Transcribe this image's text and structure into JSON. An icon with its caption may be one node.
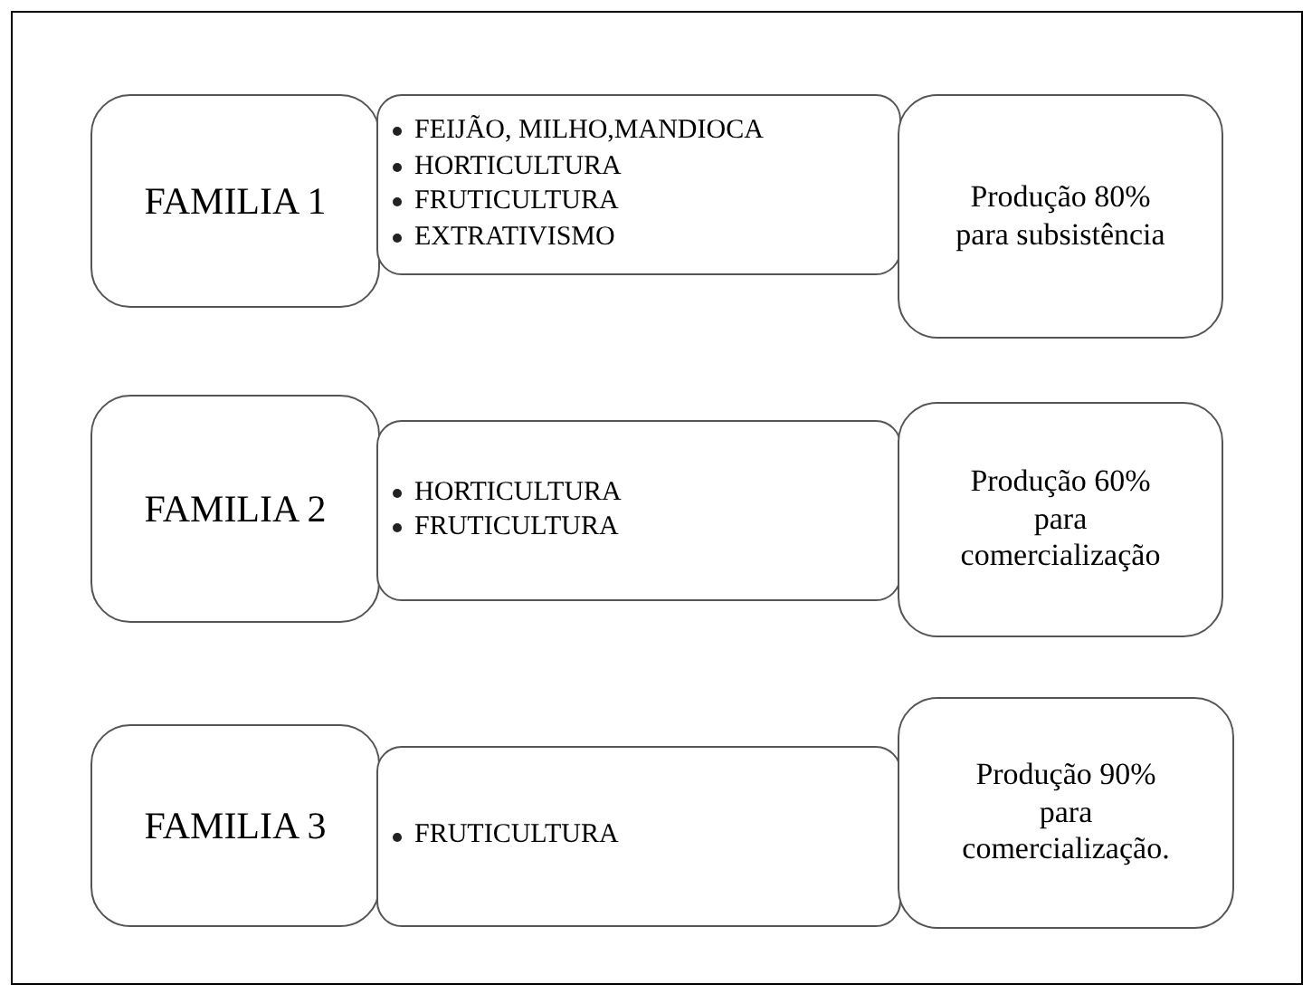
{
  "diagram": {
    "nodes": [
      {
        "text": [
          "FAMILIA 1"
        ]
      },
      {
        "text": [
          "FEIJÃO, MILHO,MANDIOCA",
          "HORTICULTURA",
          "FRUTICULTURA",
          "EXTRATIVISMO"
        ]
      },
      {
        "text": [
          "Produção 80% para subsistência"
        ]
      },
      {
        "text": [
          "FAMILIA 2"
        ]
      },
      {
        "text": [
          "HORTICULTURA",
          "FRUTICULTURA"
        ]
      },
      {
        "text": [
          "Produção 60% para comercialização"
        ]
      },
      {
        "text": [
          "FAMILIA 3"
        ]
      },
      {
        "text": [
          "FRUTICULTURA"
        ]
      },
      {
        "text": [
          "Produção 90% para comercialização."
        ]
      }
    ]
  }
}
